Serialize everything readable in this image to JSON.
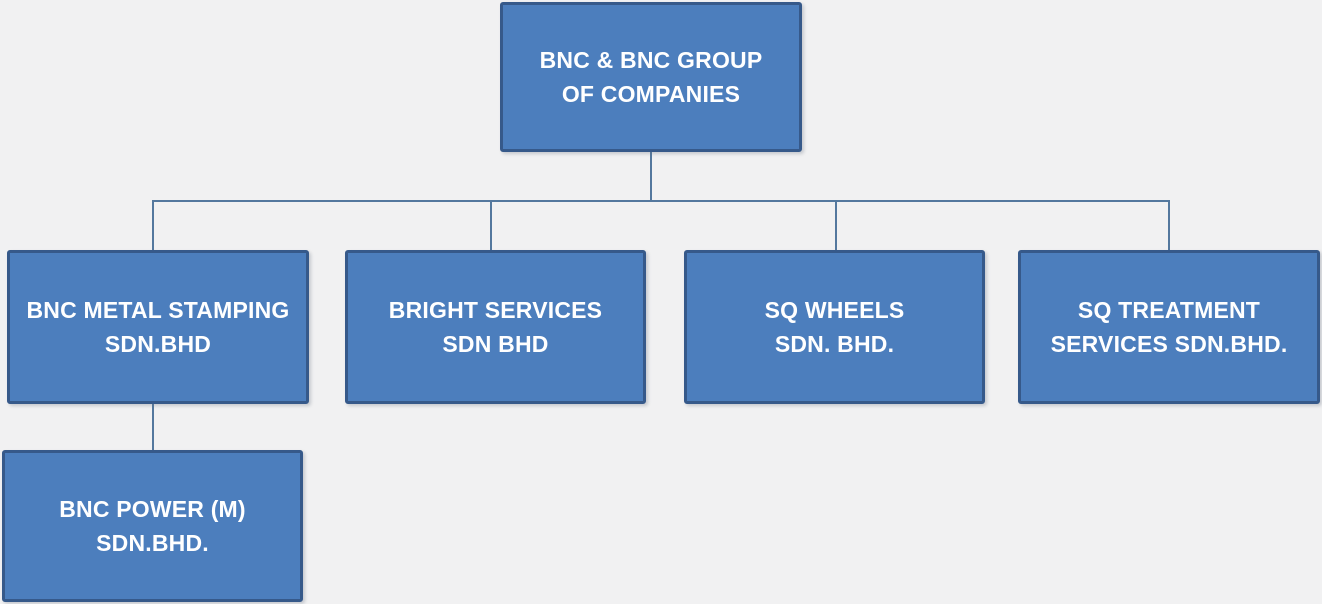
{
  "diagram": {
    "type": "org-chart",
    "title": "BNC & BNC GROUP OF COMPANIES",
    "nodes": [
      {
        "id": "root",
        "label": "BNC & BNC GROUP\nOF COMPANIES",
        "parent": null
      },
      {
        "id": "metal-stamping",
        "label": "BNC METAL STAMPING\nSDN.BHD",
        "parent": "root"
      },
      {
        "id": "bright-services",
        "label": "BRIGHT SERVICES\nSDN BHD",
        "parent": "root"
      },
      {
        "id": "sq-wheels",
        "label": "SQ WHEELS\nSDN. BHD.",
        "parent": "root"
      },
      {
        "id": "sq-treatment",
        "label": "SQ TREATMENT\nSERVICES SDN.BHD.",
        "parent": "root"
      },
      {
        "id": "bnc-power",
        "label": "BNC POWER (M)\nSDN.BHD.",
        "parent": "metal-stamping"
      }
    ],
    "colors": {
      "background": "#f1f1f2",
      "box_fill": "#4c7ebd",
      "box_border": "#36598a",
      "connector": "#54789e",
      "text": "#ffffff"
    }
  }
}
